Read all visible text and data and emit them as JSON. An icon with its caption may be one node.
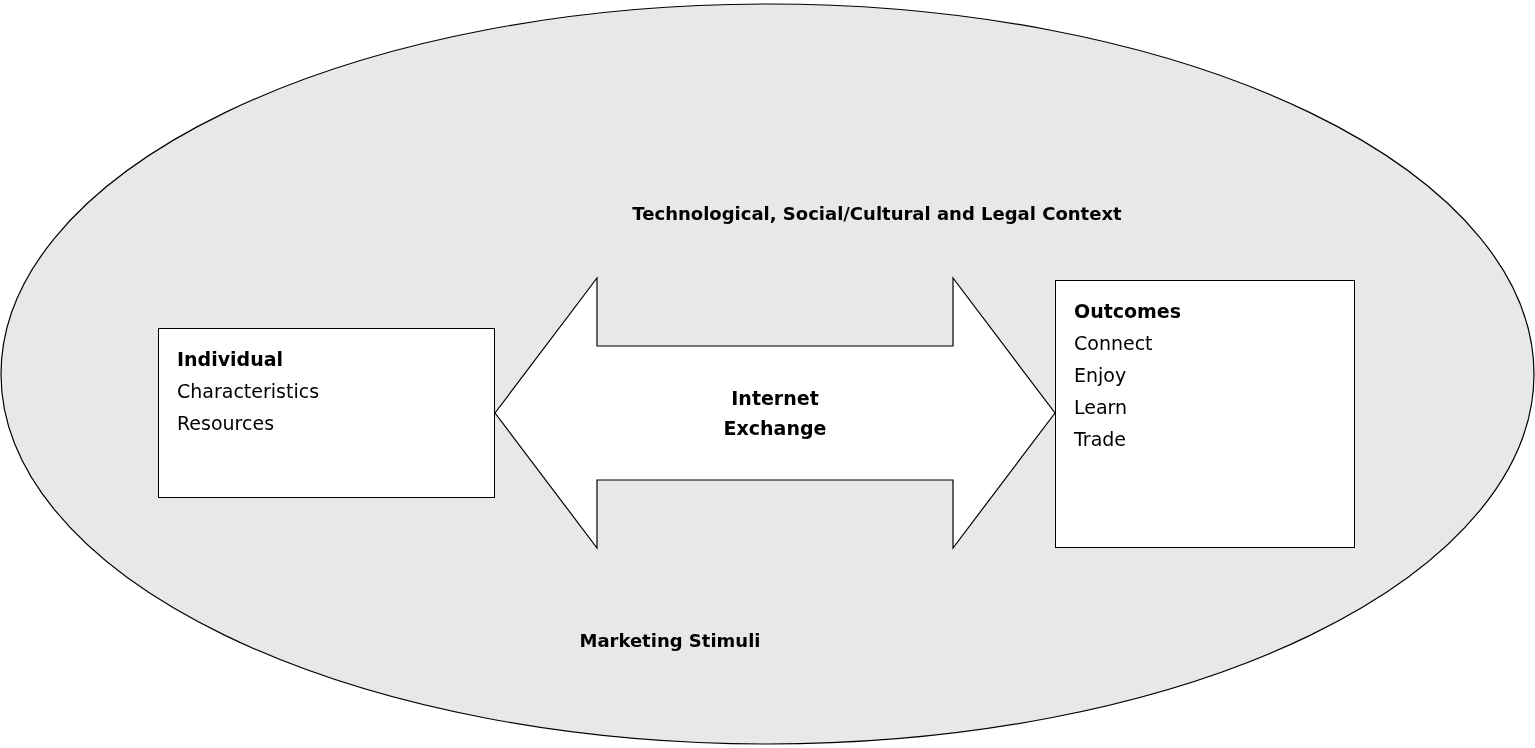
{
  "diagram": {
    "nodes": [
      {
        "text": [
          "Technological, Social/Cultural and Legal Context",
          "Marketing Stimuli"
        ]
      },
      {
        "text": [
          "Individual",
          "Characteristics",
          "Resources"
        ],
        "in": 0
      },
      {
        "text": [
          "Outcomes",
          "Connect",
          "Enjoy",
          "Learn",
          "Trade"
        ],
        "in": 0
      }
    ],
    "edges": [
      {
        "from": 1,
        "to": 2,
        "arrow": "both",
        "label": "Internet Exchange"
      }
    ]
  }
}
